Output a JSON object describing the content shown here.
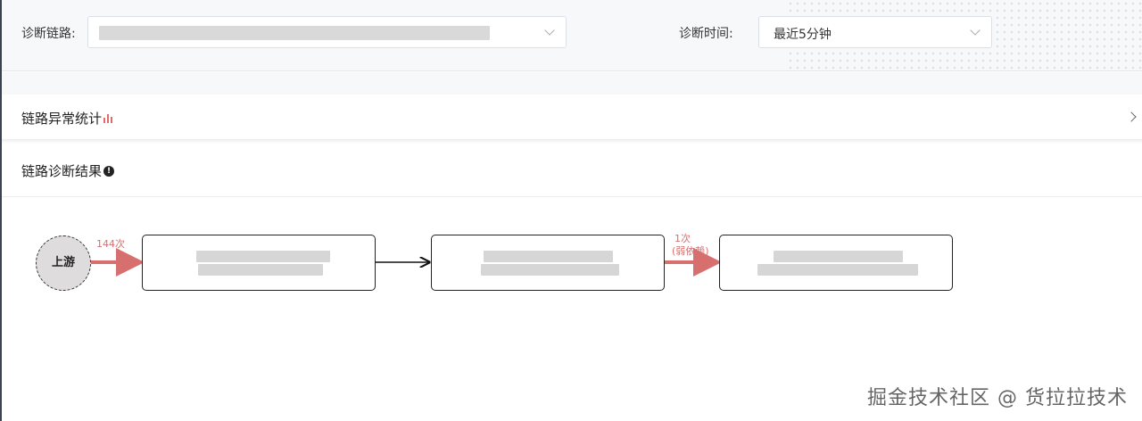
{
  "filters": {
    "chain_label": "诊断链路:",
    "chain_value": "",
    "time_label": "诊断时间:",
    "time_value": "最近5分钟"
  },
  "sections": {
    "stats_title": "链路异常统计",
    "result_title": "链路诊断结果"
  },
  "diagram": {
    "upstream_label": "上游",
    "edge1_label": "144次",
    "edge2_count": "1次",
    "edge2_note": "(弱依赖)"
  },
  "colors": {
    "accent_red": "#d86f6f",
    "border": "#222222",
    "filter_bg": "#f7f8fa"
  },
  "watermark": "掘金技术社区 @ 货拉拉技术"
}
